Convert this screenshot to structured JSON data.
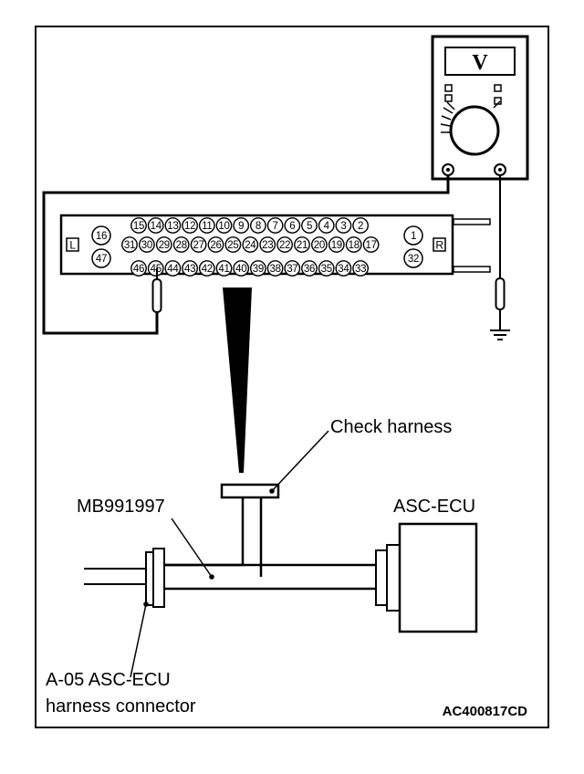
{
  "meter": {
    "symbol": "V"
  },
  "connector": {
    "left_marker": "L",
    "right_marker": "R",
    "row1": [
      "15",
      "14",
      "13",
      "12",
      "11",
      "10",
      "9",
      "8",
      "7",
      "6",
      "5",
      "4",
      "3",
      "2"
    ],
    "row2": [
      "31",
      "30",
      "29",
      "28",
      "27",
      "26",
      "25",
      "24",
      "23",
      "22",
      "21",
      "20",
      "19",
      "18",
      "17"
    ],
    "row3": [
      "46",
      "45",
      "44",
      "43",
      "42",
      "41",
      "40",
      "39",
      "38",
      "37",
      "36",
      "35",
      "34",
      "33"
    ],
    "left_pins": [
      "16",
      "47"
    ],
    "right_pins": [
      "1",
      "32"
    ]
  },
  "labels": {
    "check_harness": "Check harness",
    "tool": "MB991997",
    "ecu": "ASC-ECU",
    "harness_connector_line1": "A-05 ASC-ECU",
    "harness_connector_line2": "harness connector",
    "figure_code": "AC400817CD"
  }
}
